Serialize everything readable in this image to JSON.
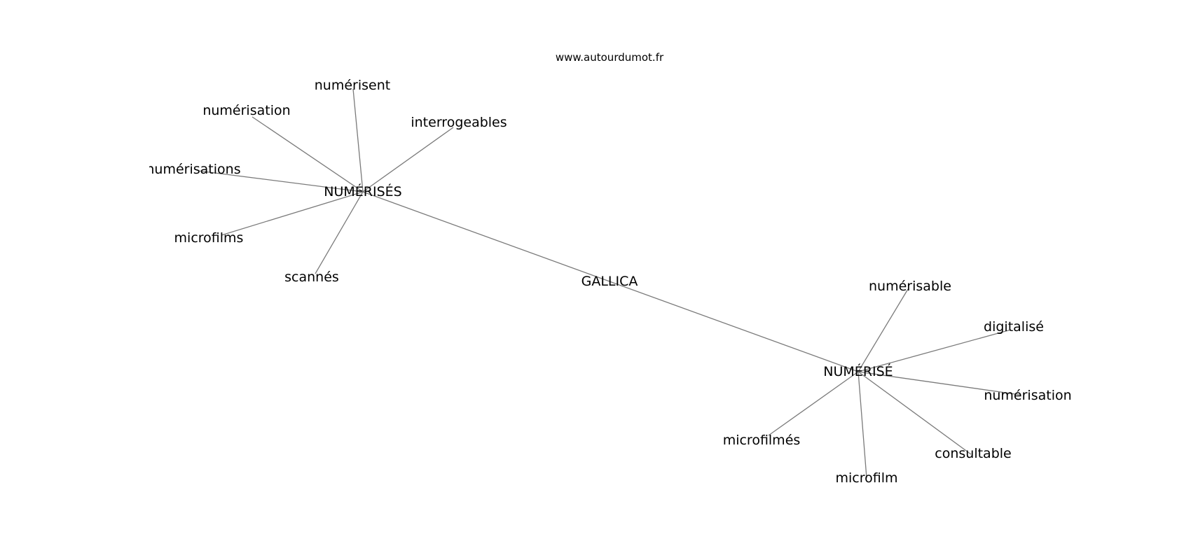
{
  "source": "www.autourdumot.fr",
  "diagram": {
    "type": "word-association-graph",
    "center": "GALLICA",
    "nodes": [
      {
        "id": "gallica",
        "label": "GALLICA",
        "role": "root"
      },
      {
        "id": "numerises",
        "label": "NUMÉRISÉS",
        "role": "hub"
      },
      {
        "id": "numerise",
        "label": "NUMÉRISÉ",
        "role": "hub"
      },
      {
        "id": "numerisent",
        "label": "numérisent",
        "role": "leaf"
      },
      {
        "id": "numerisation_1",
        "label": "numérisation",
        "role": "leaf"
      },
      {
        "id": "interrogeables",
        "label": "interrogeables",
        "role": "leaf"
      },
      {
        "id": "numerisations",
        "label": "numérisations",
        "role": "leaf"
      },
      {
        "id": "microfilms",
        "label": "microfilms",
        "role": "leaf"
      },
      {
        "id": "scannes",
        "label": "scannés",
        "role": "leaf"
      },
      {
        "id": "numerisable",
        "label": "numérisable",
        "role": "leaf"
      },
      {
        "id": "digitalise",
        "label": "digitalisé",
        "role": "leaf"
      },
      {
        "id": "numerisation_2",
        "label": "numérisation",
        "role": "leaf"
      },
      {
        "id": "microfilmes",
        "label": "microfilmés",
        "role": "leaf"
      },
      {
        "id": "consultable",
        "label": "consultable",
        "role": "leaf"
      },
      {
        "id": "microfilm",
        "label": "microfilm",
        "role": "leaf"
      }
    ],
    "edges": [
      [
        "numerises",
        "gallica"
      ],
      [
        "gallica",
        "numerise"
      ],
      [
        "numerises",
        "numerisent"
      ],
      [
        "numerises",
        "numerisation_1"
      ],
      [
        "numerises",
        "interrogeables"
      ],
      [
        "numerises",
        "numerisations"
      ],
      [
        "numerises",
        "microfilms"
      ],
      [
        "numerises",
        "scannes"
      ],
      [
        "numerise",
        "numerisable"
      ],
      [
        "numerise",
        "digitalise"
      ],
      [
        "numerise",
        "numerisation_2"
      ],
      [
        "numerise",
        "microfilmes"
      ],
      [
        "numerise",
        "consultable"
      ],
      [
        "numerise",
        "microfilm"
      ]
    ]
  },
  "colors": {
    "edge": "#7a7a7a",
    "text": "#000000",
    "background": "#ffffff"
  }
}
